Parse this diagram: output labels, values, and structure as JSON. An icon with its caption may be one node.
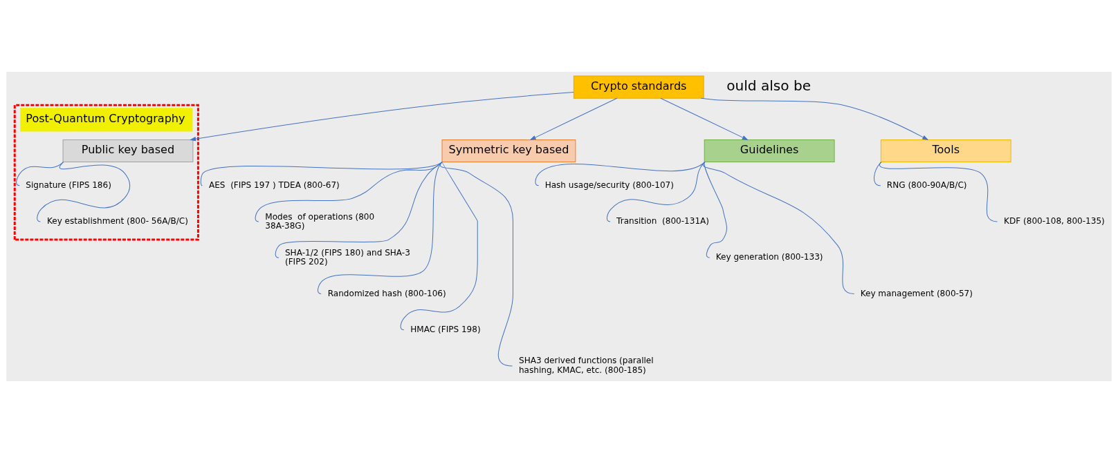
{
  "diagram": {
    "nodes": [
      {
        "text": [
          "Crypto standards"
        ]
      },
      {
        "text": [
          "Post-Quantum Cryptography"
        ]
      },
      {
        "text": [
          "Public key based"
        ],
        "in": 1
      },
      {
        "text": [
          "Signature (FIPS 186)"
        ],
        "in": 1
      },
      {
        "text": [
          "Key establishment (800- 56A/B/C)"
        ],
        "in": 1
      },
      {
        "text": [
          "Symmetric key based"
        ]
      },
      {
        "text": [
          "Guidelines"
        ]
      },
      {
        "text": [
          "Tools"
        ]
      },
      {
        "text": [
          "AES  (FIPS 197 ) TDEA (800-67)"
        ]
      },
      {
        "text": [
          "Modes  of operations (800 38A-38G)"
        ]
      },
      {
        "text": [
          "SHA-1/2 (FIPS 180) and SHA-3 (FIPS 202)"
        ]
      },
      {
        "text": [
          "Randomized hash (800-106)"
        ]
      },
      {
        "text": [
          "HMAC (FIPS 198)"
        ]
      },
      {
        "text": [
          "SHA3 derived functions (parallel hashing, KMAC, etc. (800-185)"
        ]
      },
      {
        "text": [
          "Hash usage/security (800-107)"
        ]
      },
      {
        "text": [
          "Transition  (800-131A)"
        ]
      },
      {
        "text": [
          "Key generation (800-133)"
        ]
      },
      {
        "text": [
          "Key management (800-57)"
        ]
      },
      {
        "text": [
          "RNG (800-90A/B/C)"
        ]
      },
      {
        "text": [
          "KDF (800-108, 800-135)"
        ]
      }
    ],
    "edges": [
      {
        "from": 0,
        "to": 2,
        "arrow": "to"
      },
      {
        "from": 0,
        "to": 7,
        "arrow": "to"
      },
      {
        "from": 0,
        "to": 5,
        "arrow": "to"
      },
      {
        "from": 0,
        "to": 6,
        "arrow": "to"
      },
      {
        "from": 2,
        "to": 3,
        "arrow": "none"
      },
      {
        "from": 2,
        "to": 4,
        "arrow": "none"
      },
      {
        "from": 5,
        "to": 8,
        "arrow": "none"
      },
      {
        "from": 5,
        "to": 9,
        "arrow": "none"
      },
      {
        "from": 5,
        "to": 10,
        "arrow": "none"
      },
      {
        "from": 5,
        "to": 11,
        "arrow": "none"
      },
      {
        "from": 5,
        "to": 12,
        "arrow": "none"
      },
      {
        "from": 5,
        "to": 13,
        "arrow": "none"
      },
      {
        "from": 6,
        "to": 14,
        "arrow": "none"
      },
      {
        "from": 6,
        "to": 15,
        "arrow": "none"
      },
      {
        "from": 6,
        "to": 16,
        "arrow": "none"
      },
      {
        "from": 6,
        "to": 17,
        "arrow": "none"
      },
      {
        "from": 7,
        "to": 18,
        "arrow": "none"
      },
      {
        "from": 7,
        "to": 19,
        "arrow": "none"
      }
    ],
    "labels": [
      "ould also be"
    ]
  }
}
